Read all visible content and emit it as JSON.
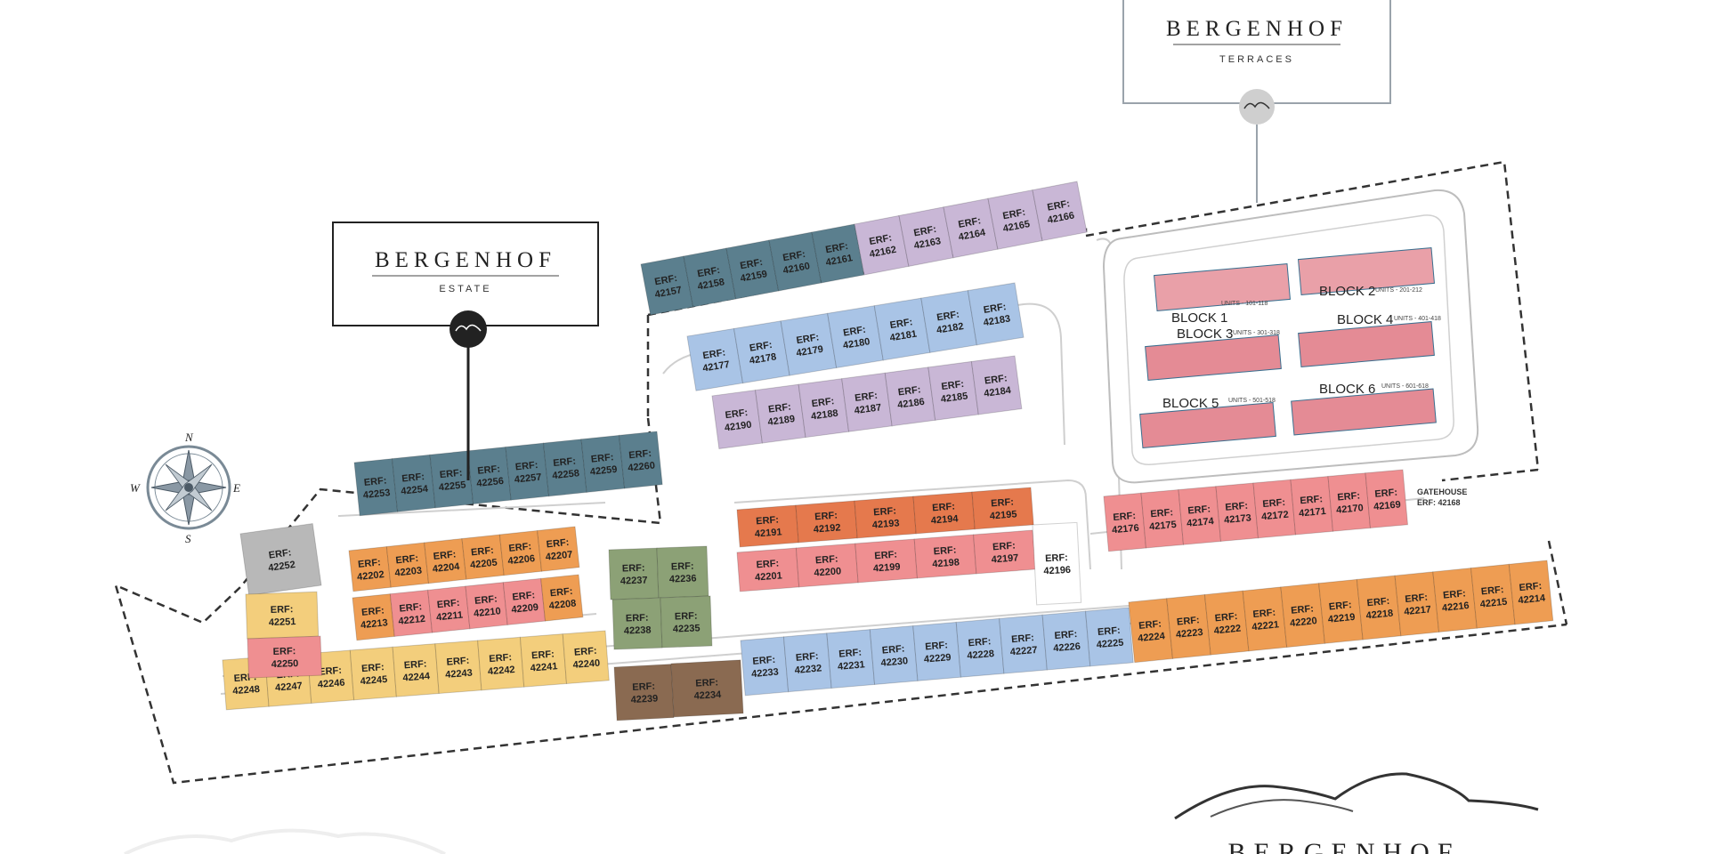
{
  "legends": {
    "terraces": {
      "brand": "BERGENHOF",
      "sub": "TERRACES"
    },
    "estate": {
      "brand": "BERGENHOF",
      "sub": "ESTATE"
    },
    "footer": {
      "brand": "BERGENHOF"
    }
  },
  "compass": {
    "n": "N",
    "s": "S",
    "e": "E",
    "w": "W"
  },
  "gatehouse": {
    "title": "GATEHOUSE",
    "erf": "ERF: 42168"
  },
  "blocks": [
    {
      "label": "BLOCK 1",
      "units": "UNITS - 101-118"
    },
    {
      "label": "BLOCK 2",
      "units": "UNITS - 201-212"
    },
    {
      "label": "BLOCK 3",
      "units": "UNITS - 301-318"
    },
    {
      "label": "BLOCK 4",
      "units": "UNITS - 401-418"
    },
    {
      "label": "BLOCK 5",
      "units": "UNITS - 501-518"
    },
    {
      "label": "BLOCK 6",
      "units": "UNITS - 601-618"
    }
  ],
  "erf_prefix": "ERF:",
  "zone_colors": {
    "teal": "#5b7f8e",
    "lavender": "#c9b7d6",
    "blue": "#a9c4e6",
    "orange": "#ee9d53",
    "red_orange": "#e5794d",
    "pink": "#ef8f91",
    "yellow": "#f3ce7c",
    "olive": "#8ca176",
    "brown": "#8a6a51",
    "grey": "#b8b8b8"
  },
  "lots": {
    "teal_north": [
      "42157",
      "42158",
      "42159",
      "42160",
      "42161"
    ],
    "lavender_north": [
      "42162",
      "42163",
      "42164",
      "42165",
      "42166"
    ],
    "blue_upper": [
      "42177",
      "42178",
      "42179",
      "42180",
      "42181",
      "42182",
      "42183"
    ],
    "lavender_mid": [
      "42190",
      "42189",
      "42188",
      "42187",
      "42186",
      "42185",
      "42184"
    ],
    "teal_west": [
      "42253",
      "42254",
      "42255",
      "42256",
      "42257",
      "42258",
      "42259",
      "42260"
    ],
    "red_orange_row": [
      "42191",
      "42192",
      "42193",
      "42194",
      "42195"
    ],
    "pink_row": [
      "42201",
      "42200",
      "42199",
      "42198",
      "42197"
    ],
    "single_42196": [
      "42196"
    ],
    "pink_east": [
      "42176",
      "42175",
      "42174",
      "42173",
      "42172",
      "42171",
      "42170",
      "42169"
    ],
    "orange_west_top": [
      "42202",
      "42203",
      "42204",
      "42205",
      "42206",
      "42207"
    ],
    "mixed_west_bottom": [
      "42213",
      "42212",
      "42211",
      "42210",
      "42209",
      "42208"
    ],
    "grey_west": [
      "42252"
    ],
    "yellow_42251": [
      "42251"
    ],
    "pink_42250": [
      "42250"
    ],
    "olive": [
      "42237",
      "42236",
      "42238",
      "42235"
    ],
    "brown": [
      "42239",
      "42234"
    ],
    "yellow_south": [
      "42248",
      "42247",
      "42246",
      "42245",
      "42244",
      "42243",
      "42242",
      "42241",
      "42240"
    ],
    "blue_south": [
      "42233",
      "42232",
      "42231",
      "42230",
      "42229",
      "42228",
      "42227",
      "42226",
      "42225"
    ],
    "orange_south": [
      "42224",
      "42223",
      "42222",
      "42221",
      "42220",
      "42219",
      "42218",
      "42217",
      "42216",
      "42215",
      "42214"
    ]
  }
}
